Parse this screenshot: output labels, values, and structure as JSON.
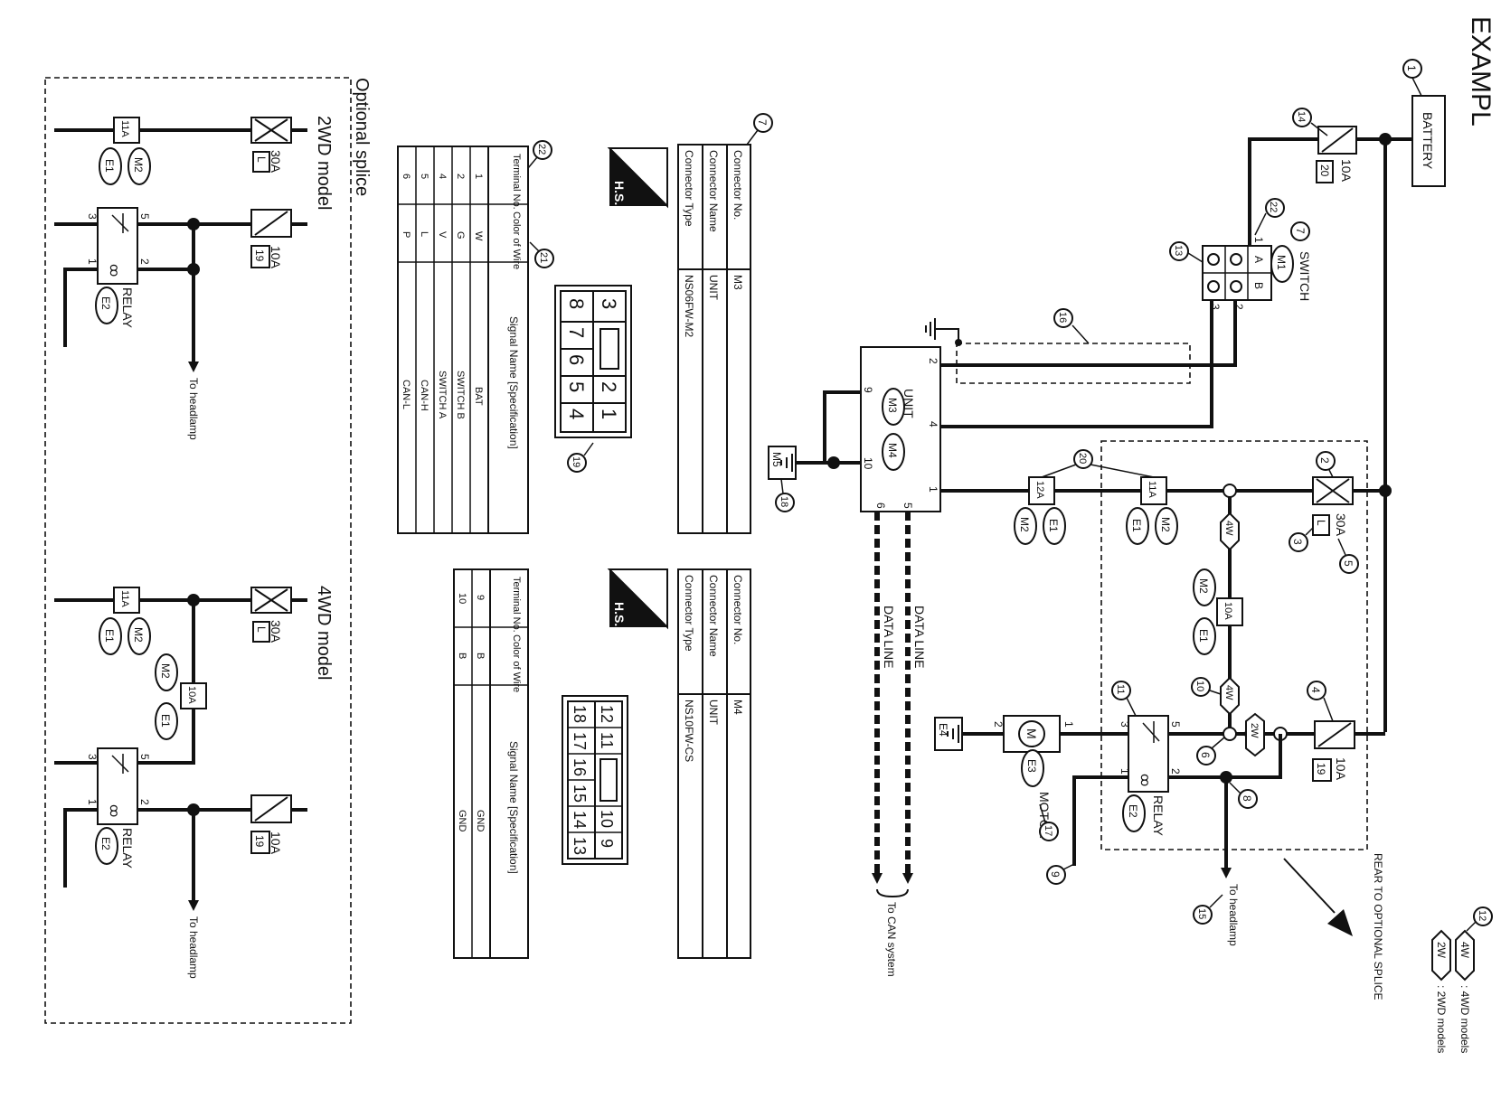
{
  "title": "EXAMPL",
  "legend": {
    "badge_4w": "4W",
    "text_4w": ": 4WD models",
    "badge_2w": "2W",
    "text_2w": ": 2WD models"
  },
  "main": {
    "battery": "BATTERY",
    "fuse_10a_20": {
      "rating": "10A",
      "no": "20"
    },
    "fuse_30a_l": {
      "rating": "30A",
      "no": "L"
    },
    "fuse_10a_19": {
      "rating": "10A",
      "no": "19"
    },
    "switch": {
      "label": "SWITCH",
      "connector": "M1",
      "col_a": "A",
      "col_b": "B",
      "t1": "1",
      "t2": "2",
      "t3": "3"
    },
    "unit": {
      "label": "UNIT",
      "conn_m3": "M3",
      "conn_m4": "M4",
      "t1": "1",
      "t2": "2",
      "t4": "4",
      "t5": "5",
      "t6": "6",
      "t9": "9",
      "t10": "10"
    },
    "junctions": {
      "j11a": "11A",
      "j12a": "12A",
      "j10a": "10A",
      "m2": "M2",
      "e1": "E1",
      "m2b": "M2",
      "e1b": "E1",
      "m2c": "M2",
      "e1c": "E1"
    },
    "relay": {
      "label": "RELAY",
      "conn": "E2",
      "t1": "1",
      "t2": "2",
      "t3": "3",
      "t5": "5"
    },
    "motor": {
      "label": "MOTOR",
      "conn": "E3",
      "symbol": "M",
      "t1": "1",
      "t2": "2"
    },
    "ground_m5": "M5",
    "ground_e4": "E4",
    "badge_4w_a": "4W",
    "badge_4w_b": "4W",
    "badge_2w": "2W",
    "data_line_1": "DATA LINE",
    "data_line_2": "DATA LINE",
    "to_can": "To CAN system",
    "to_headlamp": "To headlamp",
    "rear_note": "REAR TO OPTIONAL SPLICE"
  },
  "callouts": [
    "1",
    "2",
    "3",
    "4",
    "5",
    "6",
    "7",
    "8",
    "9",
    "10",
    "11",
    "12",
    "13",
    "14",
    "15",
    "16",
    "17",
    "18",
    "19",
    "20",
    "21",
    "22",
    "7"
  ],
  "connector_m3": {
    "labels": {
      "no": "Connector No.",
      "name": "Connector Name",
      "type": "Connector Type"
    },
    "values": {
      "no": "M3",
      "name": "UNIT",
      "type": "NS06FW-M2"
    },
    "hs": "H.S.",
    "face": [
      "3",
      "",
      "2",
      "1",
      "8",
      "7",
      "6",
      "5",
      "4"
    ],
    "table_headers": {
      "terminal": "Terminal No.",
      "color": "Color of Wire",
      "signal": "Signal Name [Specification]"
    },
    "rows": [
      {
        "terminal": "1",
        "color": "W",
        "signal": "BAT"
      },
      {
        "terminal": "2",
        "color": "G",
        "signal": "SWITCH B"
      },
      {
        "terminal": "4",
        "color": "V",
        "signal": "SWITCH A"
      },
      {
        "terminal": "5",
        "color": "L",
        "signal": "CAN-H"
      },
      {
        "terminal": "6",
        "color": "P",
        "signal": "CAN-L"
      }
    ]
  },
  "connector_m4": {
    "labels": {
      "no": "Connector No.",
      "name": "Connector Name",
      "type": "Connector Type"
    },
    "values": {
      "no": "M4",
      "name": "UNIT",
      "type": "NS10FW-CS"
    },
    "hs": "H.S.",
    "face_top": [
      "12",
      "11",
      "",
      "10",
      "9"
    ],
    "face_bottom": [
      "18",
      "17",
      "16",
      "15",
      "14",
      "13"
    ],
    "table_headers": {
      "terminal": "Terminal No.",
      "color": "Color of Wire",
      "signal": "Signal Name [Specification]"
    },
    "rows": [
      {
        "terminal": "9",
        "color": "B",
        "signal": "GND"
      },
      {
        "terminal": "10",
        "color": "B",
        "signal": "GND"
      }
    ]
  },
  "optional_splice": {
    "title": "Optional splice",
    "model_2wd": "2WD model",
    "model_4wd": "4WD model",
    "fuse_30a": "30A",
    "fuse_l": "L",
    "fuse_10a": "10A",
    "fuse_19": "19",
    "j11a": "11A",
    "j10a": "10A",
    "m2": "M2",
    "e1": "E1",
    "e2": "E2",
    "relay": "RELAY",
    "to_headlamp": "To headlamp",
    "t1": "1",
    "t2": "2",
    "t3": "3",
    "t5": "5"
  }
}
